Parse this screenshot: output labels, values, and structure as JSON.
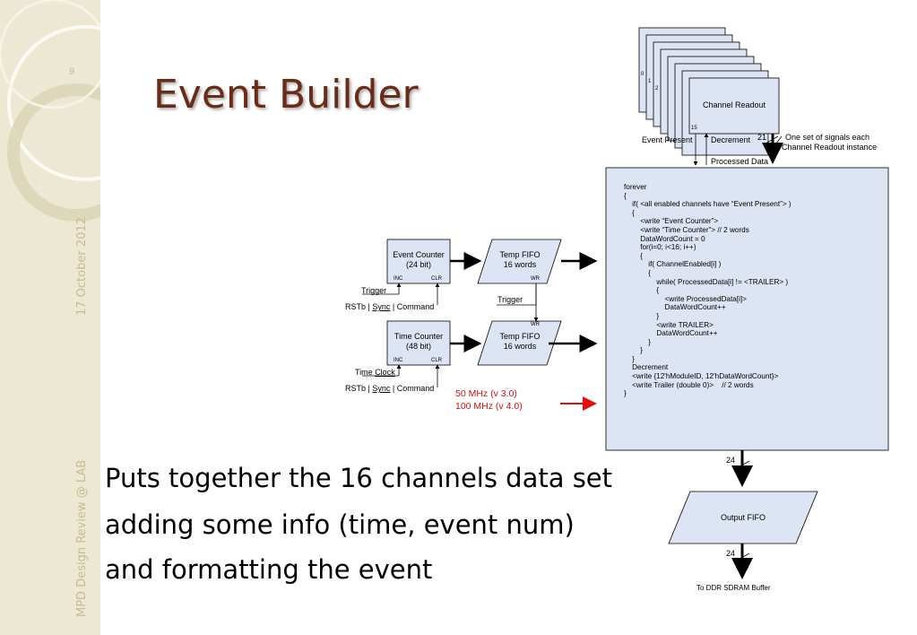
{
  "slide": {
    "number": "9",
    "date": "17 October 2012",
    "footer": "MPD Design Review @ LAB",
    "title": "Event Builder",
    "body_lines": [
      "Puts together the 16 channels data set",
      "adding some info (time, event num)",
      "and formatting the event"
    ]
  },
  "diagram": {
    "channel_readout": {
      "label": "Channel Readout",
      "index_labels": [
        "0",
        "1",
        "2",
        "15"
      ],
      "bus_width": "21",
      "note_line1": "One set of signals each",
      "note_line2": "Channel Readout instance",
      "event_present": "Event Present",
      "decrement": "Decrement",
      "processed_data": "Processed Data"
    },
    "event_counter": {
      "line1": "Event Counter",
      "line2": "(24 bit)",
      "inc": "INC",
      "clr": "CLR"
    },
    "time_counter": {
      "line1": "Time Counter",
      "line2": "(48 bit)",
      "inc": "INC",
      "clr": "CLR"
    },
    "temp_fifo_1": {
      "line1": "Temp FIFO",
      "line2": "16 words",
      "wr": "WR"
    },
    "temp_fifo_2": {
      "line1": "Temp FIFO",
      "line2": "16 words",
      "wr": "WR"
    },
    "trigger_1": "Trigger",
    "trigger_2": "Trigger",
    "rstb_1": {
      "a": "RSTb",
      "b": "Sync",
      "c": "Command",
      "sep": "|"
    },
    "rstb_2": {
      "a": "RSTb",
      "b": "Sync",
      "c": "Command",
      "sep": "|"
    },
    "time_clock": {
      "a": "Time",
      "b": "Clock"
    },
    "clock_freq_1": "50 MHz (v 3.0)",
    "clock_freq_2": "100 MHz (v 4.0)",
    "code_lines": [
      "forever",
      "{",
      "    if( <all enabled channels have “Event Present”> )",
      "    {",
      "        <write “Event Counter”>",
      "        <write “Time Counter”> // 2 words",
      "        DataWordCount = 0",
      "        for(i=0; i<16; i++)",
      "        {",
      "            if( ChannelEnabled[i] )",
      "            {",
      "                while( ProcessedData[i] != <TRAILER> )",
      "                {",
      "                    <write ProcessedData[i]>",
      "                    DataWordCount++",
      "                }",
      "                <write TRAILER>",
      "                DataWordCount++",
      "            }",
      "        }",
      "    }",
      "    Decrement",
      "    <write {12'hModuleID, 12'hDataWordCount}>",
      "    <write Trailer (double 0)>    // 2 words",
      "}"
    ],
    "bus_width_top": "24",
    "output_fifo": "Output FIFO",
    "bus_width_bottom": "24",
    "destination": "To DDR SDRAM Buffer"
  }
}
